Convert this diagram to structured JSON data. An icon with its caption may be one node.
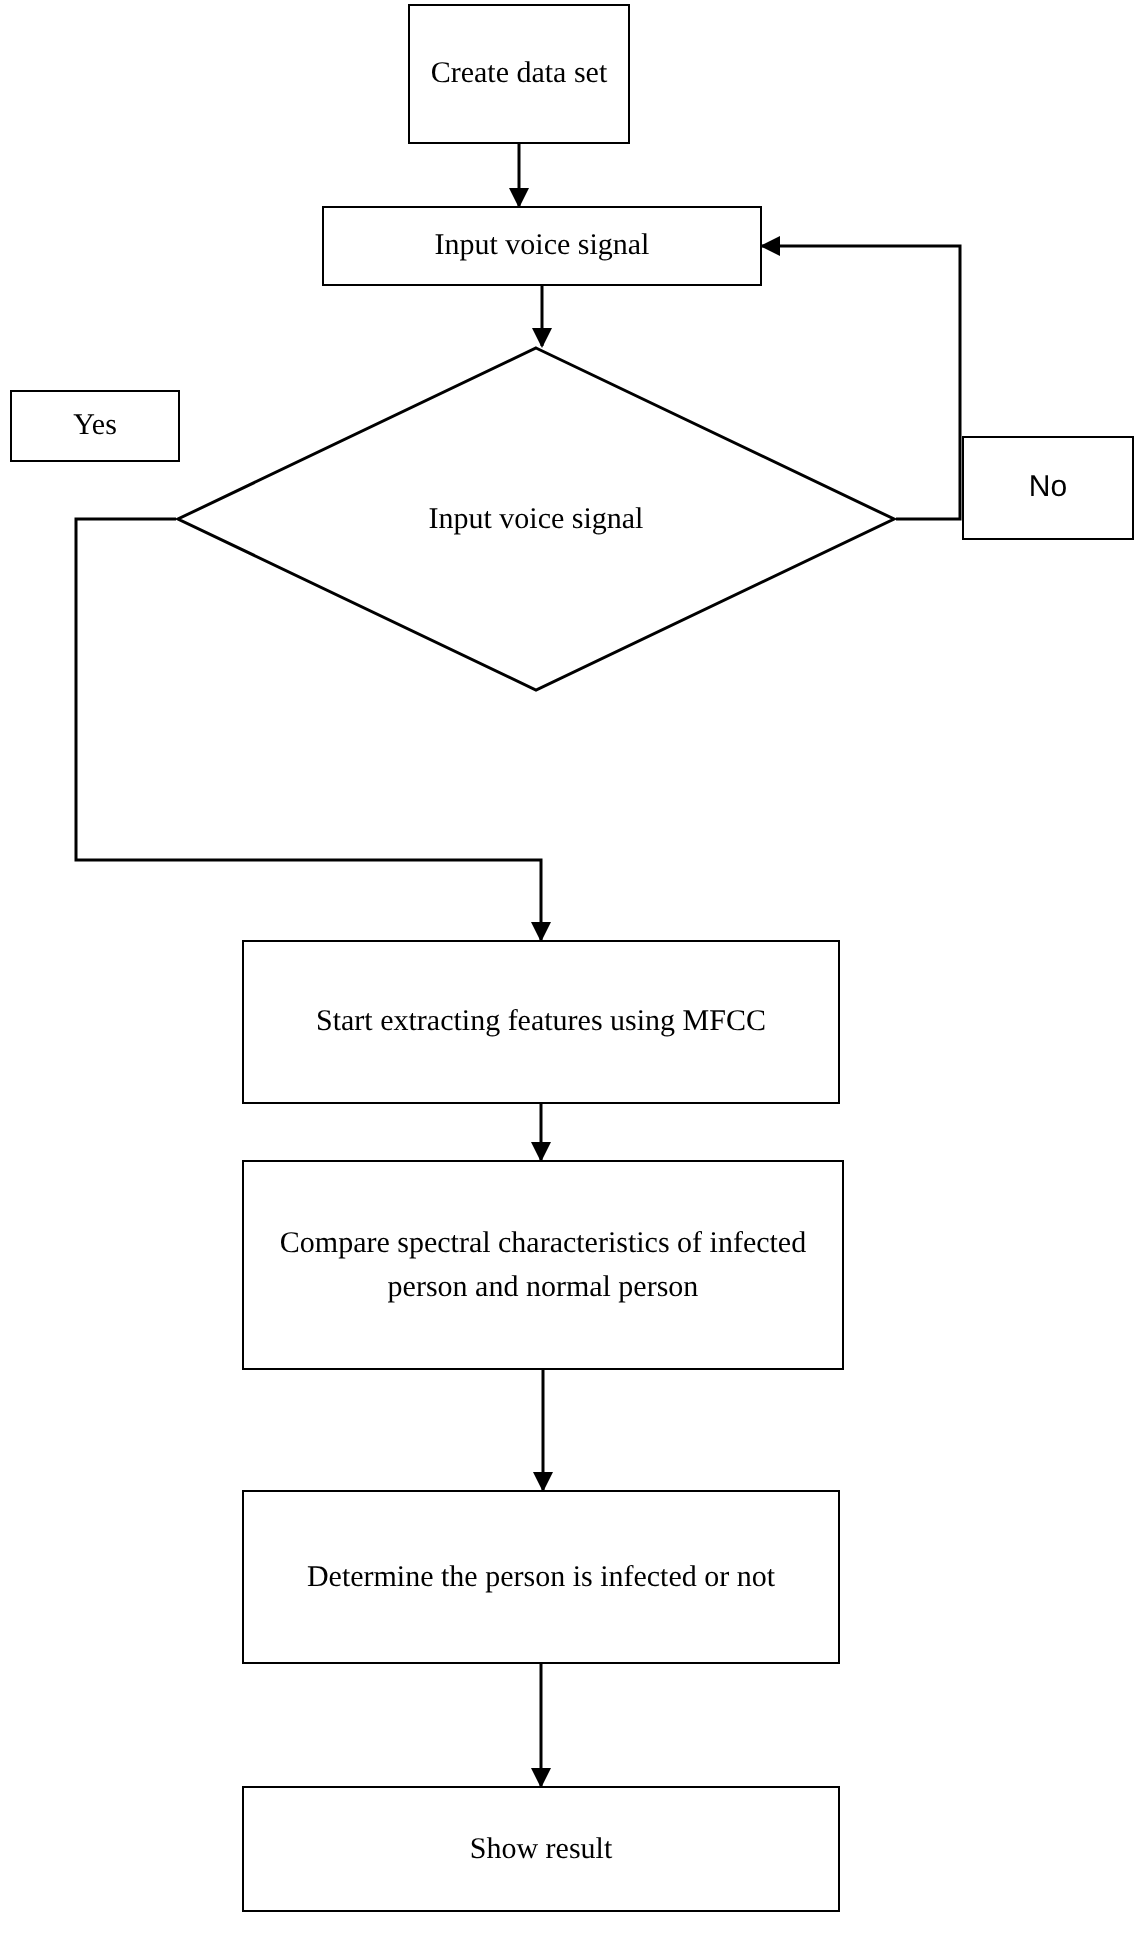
{
  "diagram": {
    "nodes": [
      {
        "text": [
          "Create data set"
        ]
      },
      {
        "text": [
          "Input voice signal"
        ]
      },
      {
        "text": [
          "Input voice signal"
        ]
      },
      {
        "text": [
          "No"
        ]
      },
      {
        "text": [
          "Yes"
        ]
      },
      {
        "text": [
          "Start extracting features using MFCC"
        ]
      },
      {
        "text": [
          "Compare spectral characteristics of infected person and normal person"
        ]
      },
      {
        "text": [
          "Determine the person is infected or not"
        ]
      },
      {
        "text": [
          "Show result"
        ]
      }
    ],
    "edges": [
      {
        "from": 0,
        "to": 1,
        "arrow": "to"
      },
      {
        "from": 1,
        "to": 2,
        "arrow": "to"
      },
      {
        "from": 2,
        "to": 1,
        "arrow": "to"
      },
      {
        "from": 2,
        "to": 5,
        "arrow": "to"
      },
      {
        "from": 5,
        "to": 6,
        "arrow": "to"
      },
      {
        "from": 6,
        "to": 7,
        "arrow": "to"
      },
      {
        "from": 7,
        "to": 8,
        "arrow": "to"
      }
    ]
  }
}
